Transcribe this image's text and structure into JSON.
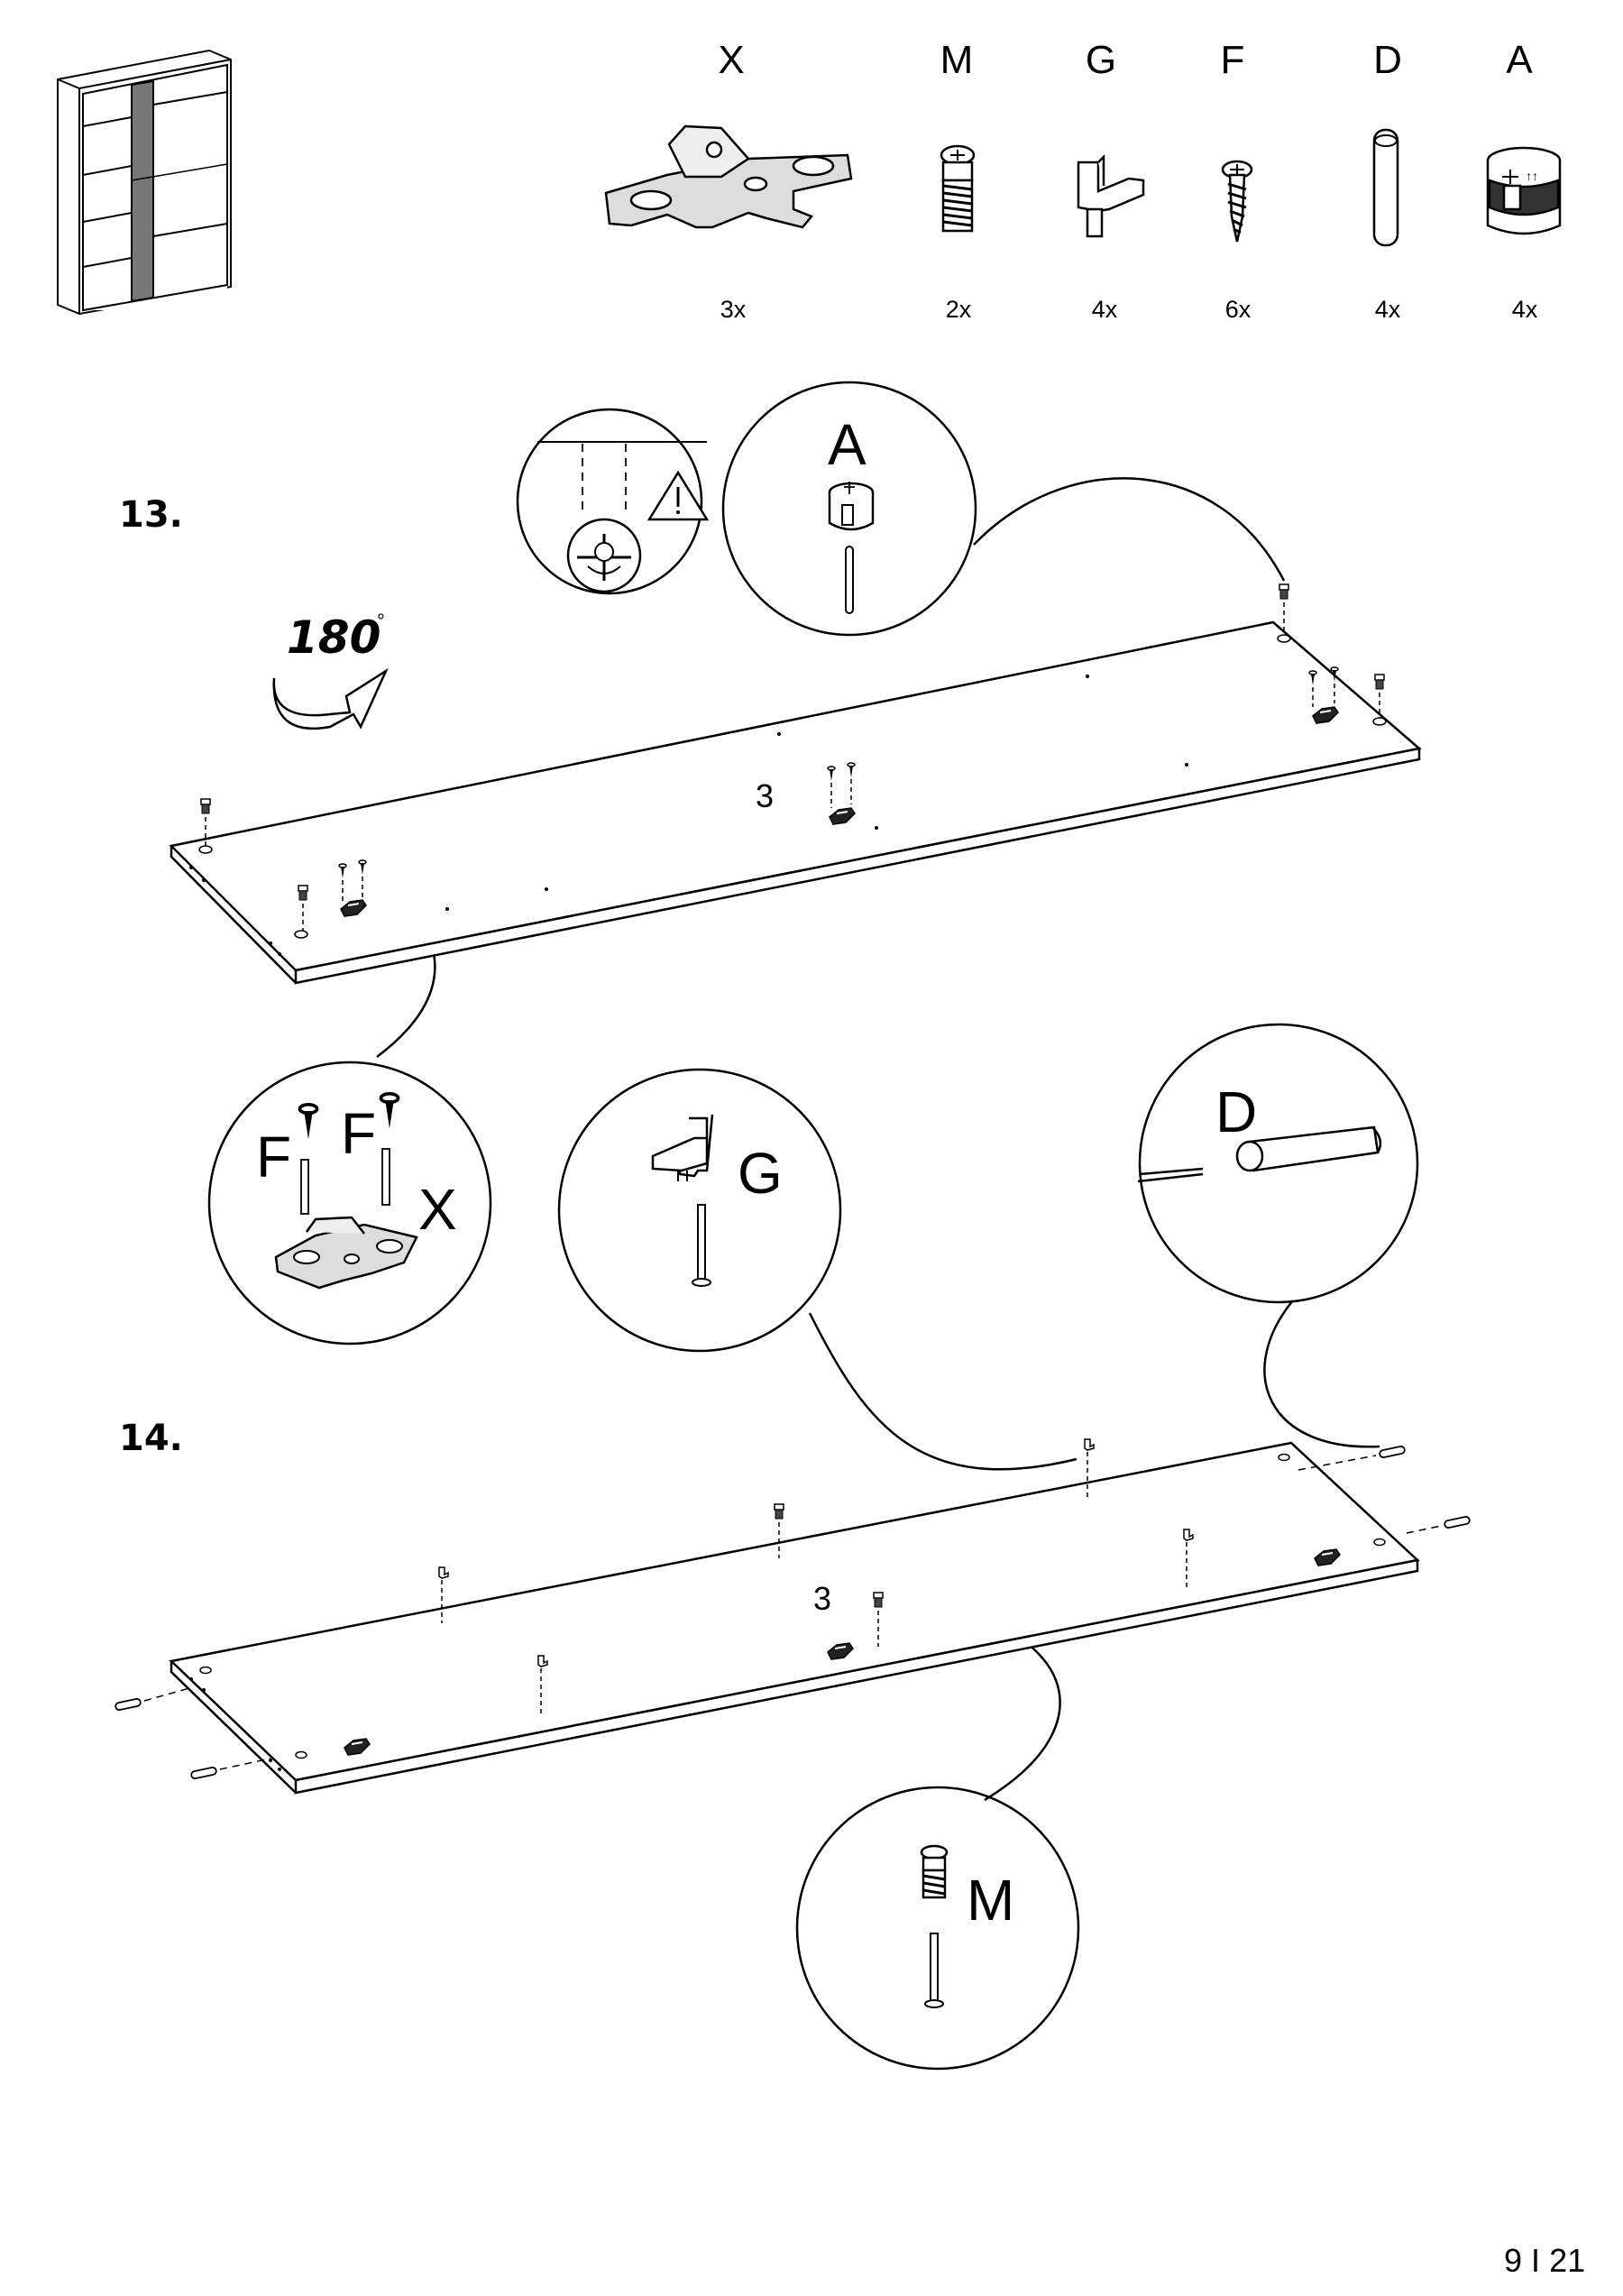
{
  "parts": [
    {
      "letter": "X",
      "qty": "3x",
      "icon": "hinge-plate-icon"
    },
    {
      "letter": "M",
      "qty": "2x",
      "icon": "cam-bolt-icon"
    },
    {
      "letter": "G",
      "qty": "4x",
      "icon": "shelf-support-icon"
    },
    {
      "letter": "F",
      "qty": "6x",
      "icon": "screw-icon"
    },
    {
      "letter": "D",
      "qty": "4x",
      "icon": "wooden-dowel-icon"
    },
    {
      "letter": "A",
      "qty": "4x",
      "icon": "cam-lock-icon"
    }
  ],
  "step13": {
    "number": "13.",
    "rotation": "180",
    "rotation_unit": "°",
    "panel_number": "3",
    "callout_a": "A",
    "callout_f1": "F",
    "callout_f2": "F",
    "callout_x": "X"
  },
  "step14": {
    "number": "14.",
    "panel_number": "3",
    "callout_g": "G",
    "callout_d": "D",
    "callout_m": "M"
  },
  "page": {
    "current": "9",
    "separator": "I",
    "total": "21"
  }
}
